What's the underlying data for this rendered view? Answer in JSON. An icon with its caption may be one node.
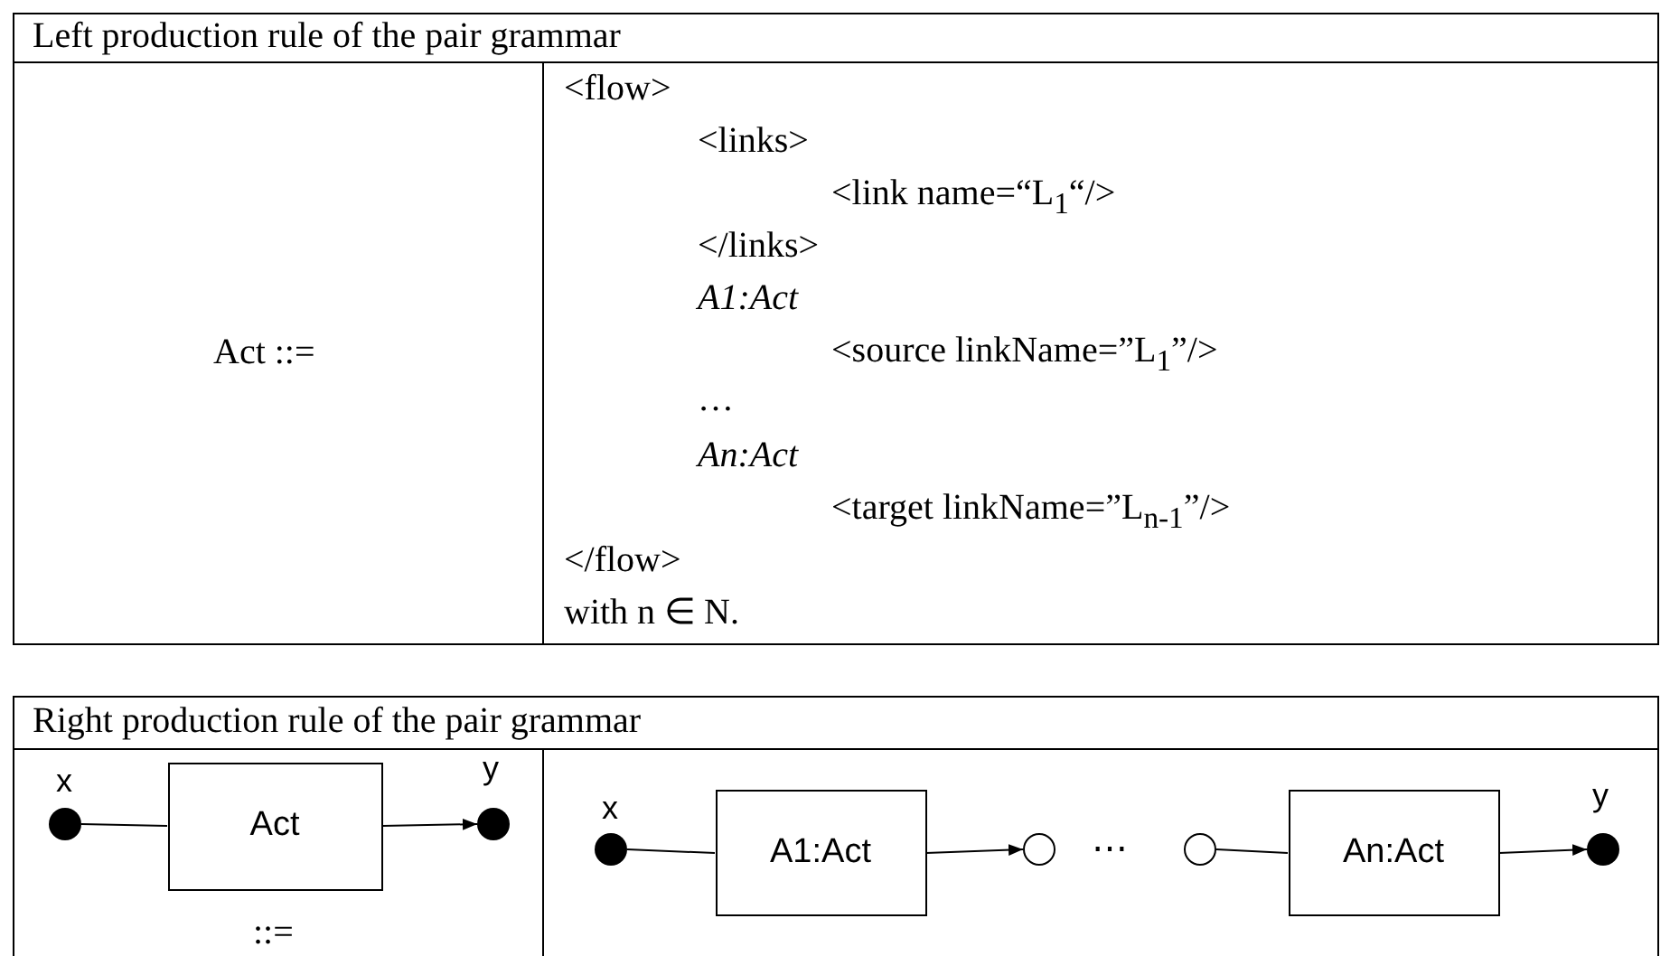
{
  "diagram": {
    "nodes": [
      {
        "text": [],
        "shape": "dot",
        "beside": [
          "x"
        ]
      },
      {
        "text": [
          "Act"
        ]
      },
      {
        "text": [],
        "shape": "dot",
        "beside": [
          "y"
        ]
      },
      {
        "text": [],
        "shape": "dot",
        "beside": [
          "x"
        ]
      },
      {
        "text": [
          "A1:Act"
        ]
      },
      {
        "text": [],
        "shape": "circle"
      },
      {
        "text": [],
        "shape": "circle"
      },
      {
        "text": [
          "An:Act"
        ]
      },
      {
        "text": [],
        "shape": "dot",
        "beside": [
          "y"
        ]
      }
    ],
    "edges": [
      {
        "from": 0,
        "to": 1,
        "arrow": "none"
      },
      {
        "from": 1,
        "to": 2,
        "arrow": "to"
      },
      {
        "from": 3,
        "to": 4,
        "arrow": "none"
      },
      {
        "from": 4,
        "to": 5,
        "arrow": "to"
      },
      {
        "from": 6,
        "to": 7,
        "arrow": "none"
      },
      {
        "from": 7,
        "to": 8,
        "arrow": "to"
      }
    ],
    "labels": [
      "Left production rule of the pair grammar",
      "Act ::=",
      "<flow>",
      "<links>",
      "<link name=“L$_{1}$“/>",
      "</links>",
      "A1:Act",
      "<source linkName=”L$_{1}$”/>",
      "…",
      "An:Act",
      "<target linkName=”L$_{n-1}$”/>",
      "</flow>",
      "with n ∈ N.",
      "Right production rule of the pair grammar",
      "::=",
      "⋯"
    ]
  }
}
